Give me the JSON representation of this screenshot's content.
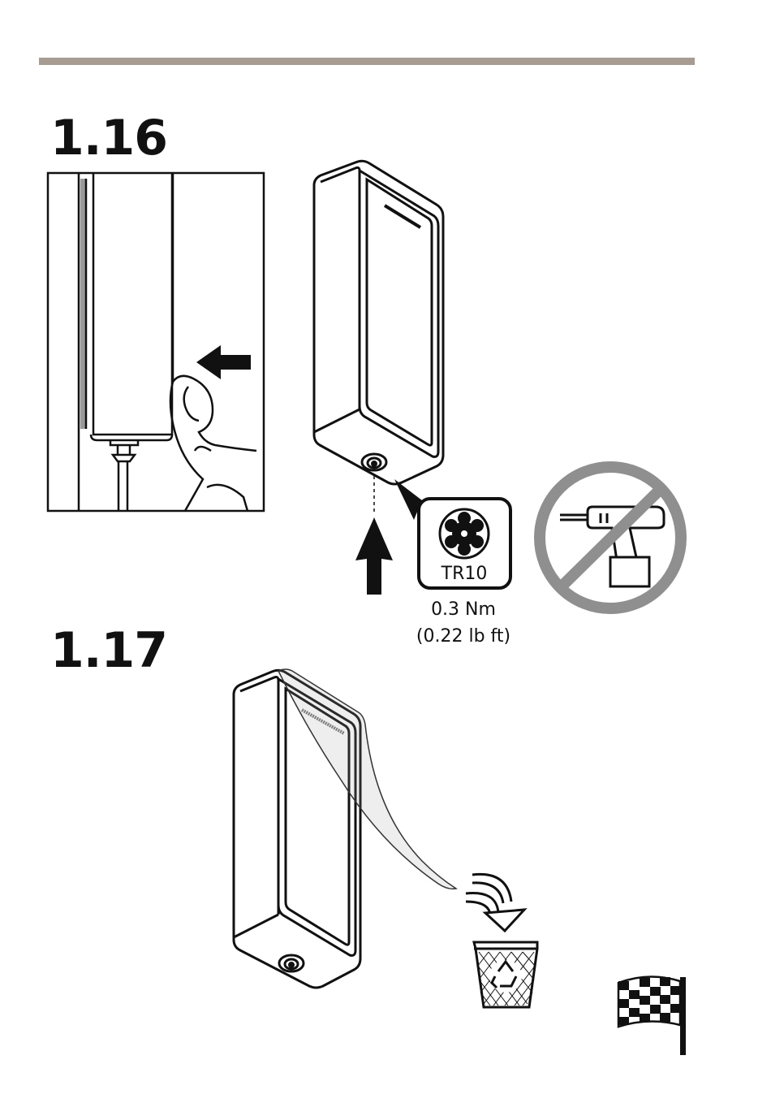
{
  "steps": {
    "step1": {
      "number": "1.16"
    },
    "step2": {
      "number": "1.17"
    }
  },
  "screw": {
    "driver_type": "TR10",
    "torque_metric": "0.3 Nm",
    "torque_imperial": "(0.22 lb ft)"
  },
  "colors": {
    "rule": "#a89c92",
    "prohibition": "#8f8f8f",
    "ink": "#111111"
  },
  "icons": [
    "torx-bit-icon",
    "no-power-drill-icon",
    "recycle-bin-icon",
    "finish-flag-icon"
  ]
}
